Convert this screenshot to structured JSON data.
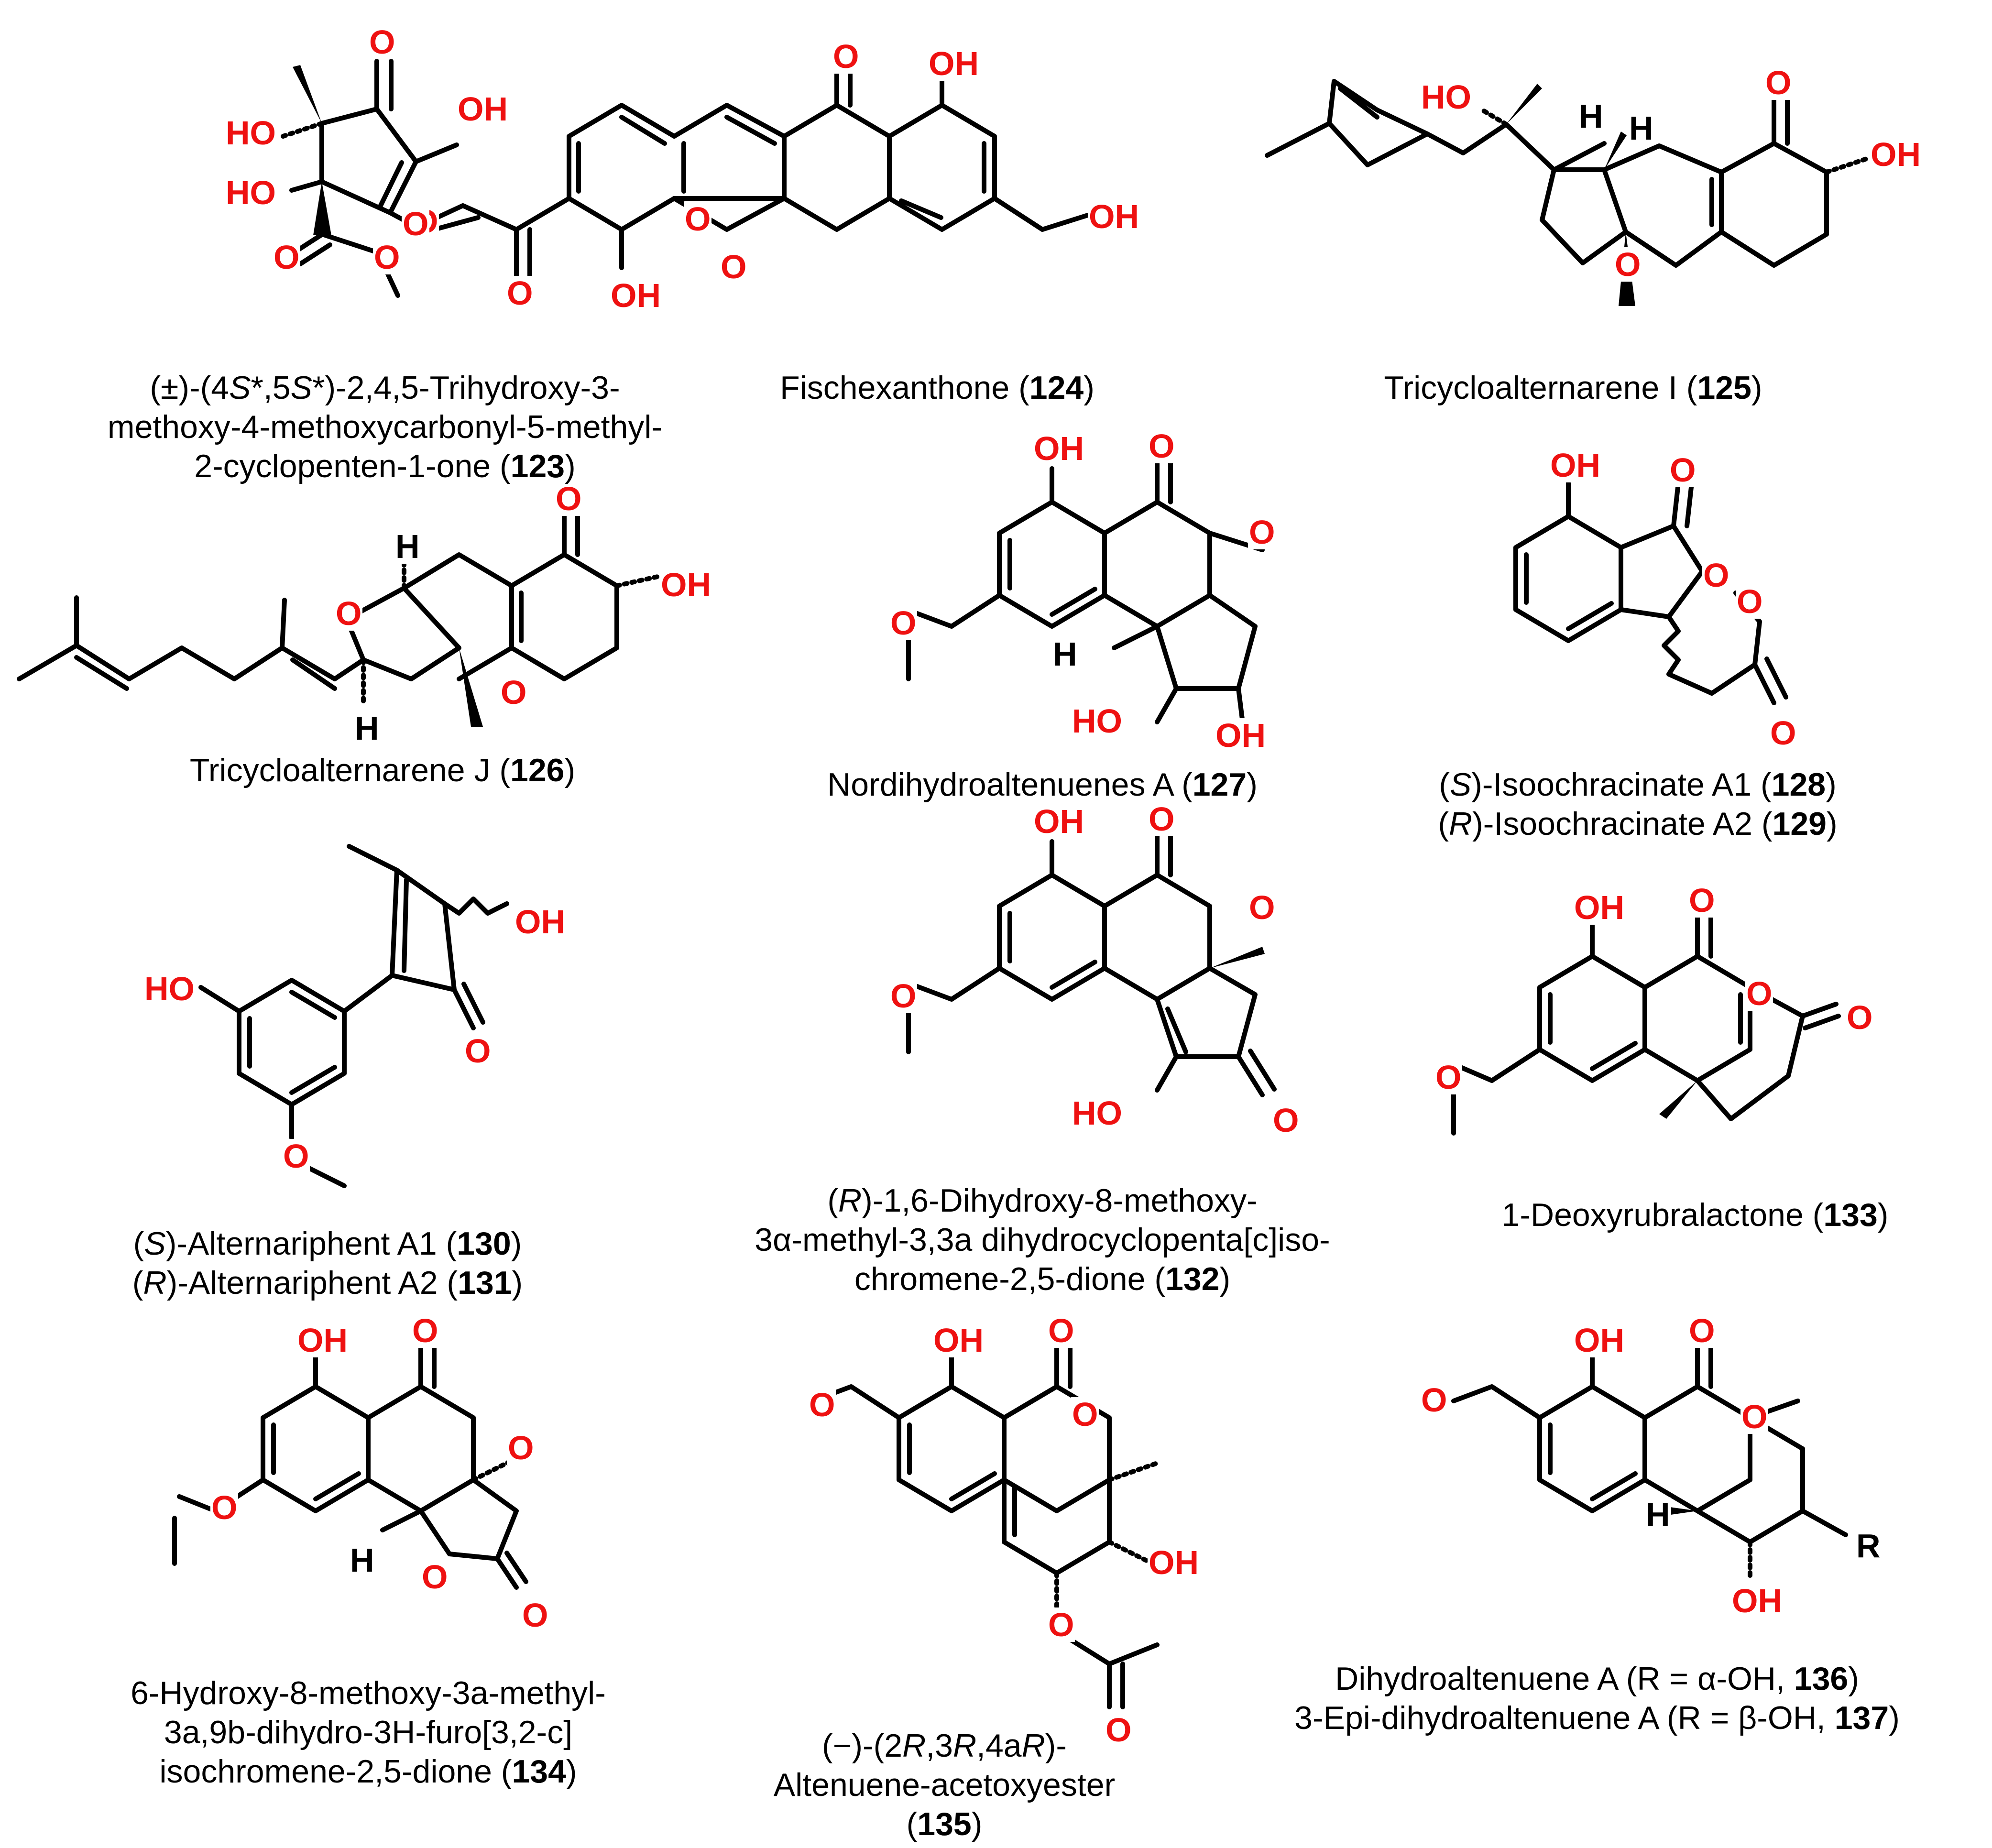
{
  "colors": {
    "heteroatom": "#ee1111",
    "bond": "#000000",
    "text": "#000000"
  },
  "compounds": [
    {
      "id": "123",
      "lines": [
        "(±)-(4<i>S</i>*,5<i>S</i>*)-2,4,5-Trihydroxy-3-",
        "methoxy-4-methoxycarbonyl-5-methyl-",
        "2-cyclopenten-1-one (<b>123</b>)"
      ]
    },
    {
      "id": "124",
      "lines": [
        "Fischexanthone (<b>124</b>)"
      ]
    },
    {
      "id": "125",
      "lines": [
        "Tricycloalternarene I (<b>125</b>)"
      ]
    },
    {
      "id": "126",
      "lines": [
        "Tricycloalternarene J (<b>126</b>)"
      ]
    },
    {
      "id": "127",
      "lines": [
        "Nordihydroaltenuenes A (<b>127</b>)"
      ]
    },
    {
      "id": "128-129",
      "lines": [
        "(<i>S</i>)-Isoochracinate A1 (<b>128</b>)",
        "(<i>R</i>)-Isoochracinate A2 (<b>129</b>)"
      ]
    },
    {
      "id": "130-131",
      "lines": [
        "(<i>S</i>)-Alternariphent A1 (<b>130</b>)",
        "(<i>R</i>)-Alternariphent A2 (<b>131</b>)"
      ]
    },
    {
      "id": "132",
      "lines": [
        "(<i>R</i>)-1,6-Dihydroxy-8-methoxy-",
        "3α-methyl-3,3a dihydrocyclopenta[c]iso-",
        "chromene-2,5-dione (<b>132</b>)"
      ]
    },
    {
      "id": "133",
      "lines": [
        "1-Deoxyrubralactone (<b>133</b>)"
      ]
    },
    {
      "id": "134",
      "lines": [
        "6-Hydroxy-8-methoxy-3a-methyl-",
        "3a,9b-dihydro-3H-furo[3,2-c]",
        "isochromene-2,5-dione (<b>134</b>)"
      ]
    },
    {
      "id": "135",
      "lines": [
        "(−)-(2<i>R</i>,3<i>R</i>,4a<i>R</i>)-",
        "Altenuene-acetoxyester",
        "(<b>135</b>)"
      ]
    },
    {
      "id": "136-137",
      "lines": [
        "Dihydroaltenuene A (R = α-OH, <b>136</b>)",
        "3-Epi-dihydroaltenuene A (R = β-OH, <b>137</b>)"
      ]
    }
  ],
  "atom_labels": {
    "oxygen": "O",
    "hydroxyl": "OH",
    "hydroxyl_left": "HO",
    "hydrogen": "H",
    "r_group": "R"
  }
}
